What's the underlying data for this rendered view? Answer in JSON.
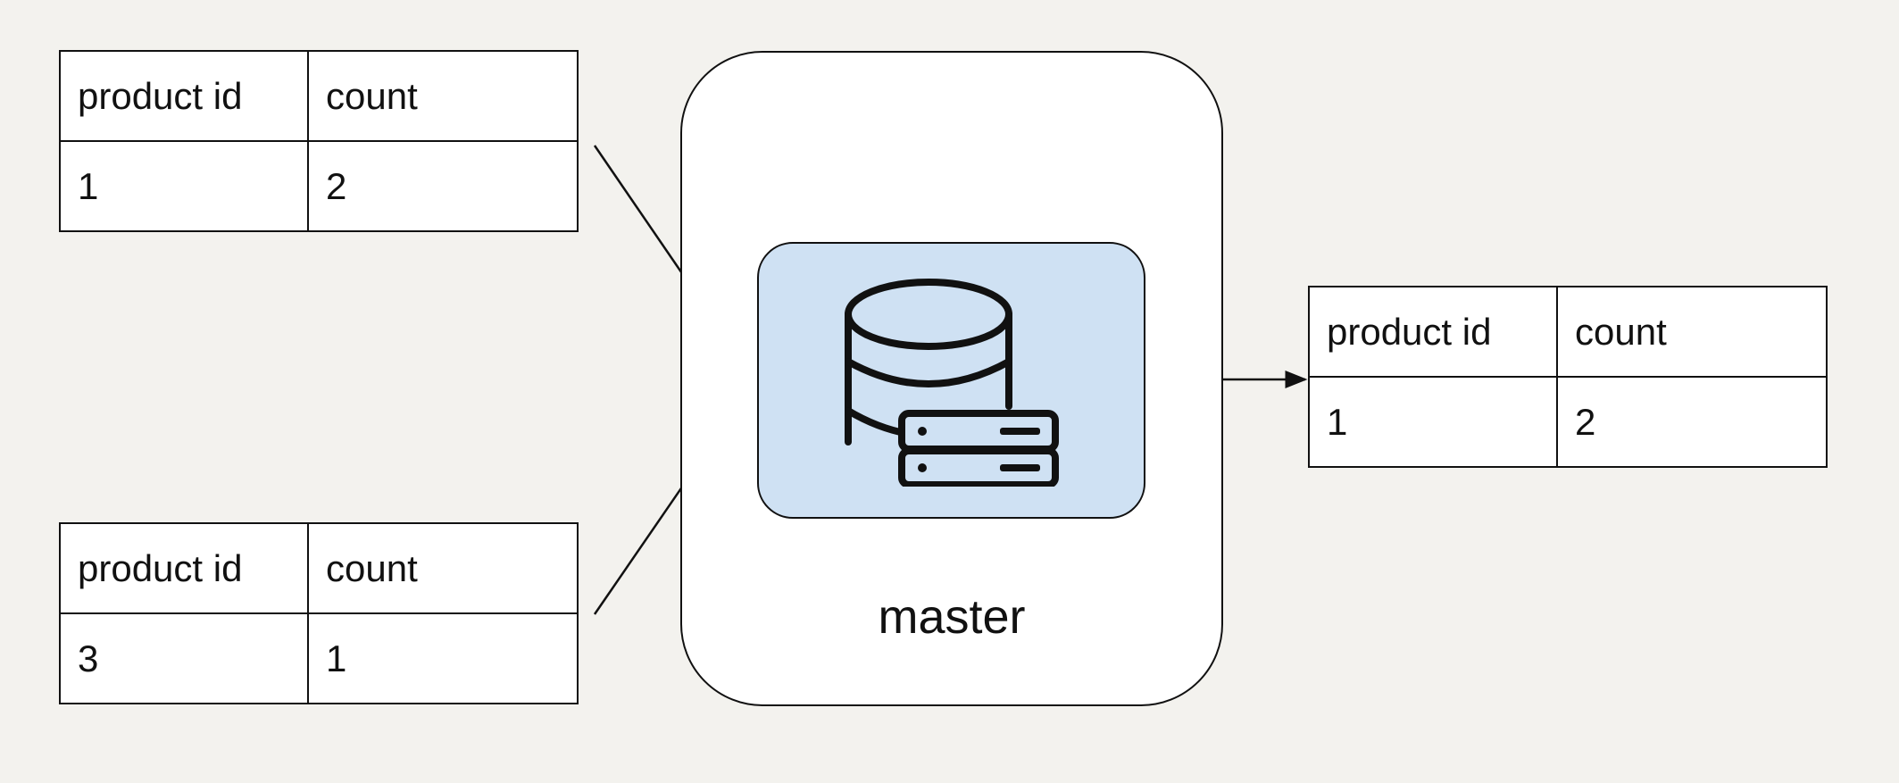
{
  "tables": {
    "input_1": {
      "headers": [
        "product id",
        "count"
      ],
      "row": [
        "1",
        "2"
      ]
    },
    "input_2": {
      "headers": [
        "product id",
        "count"
      ],
      "row": [
        "3",
        "1"
      ]
    },
    "output": {
      "headers": [
        "product id",
        "count"
      ],
      "row": [
        "1",
        "2"
      ]
    }
  },
  "master": {
    "label": "master",
    "icon": "database-server-icon",
    "node_fill": "#cfe1f3"
  },
  "colors": {
    "background": "#f3f2ee",
    "stroke": "#111111"
  }
}
